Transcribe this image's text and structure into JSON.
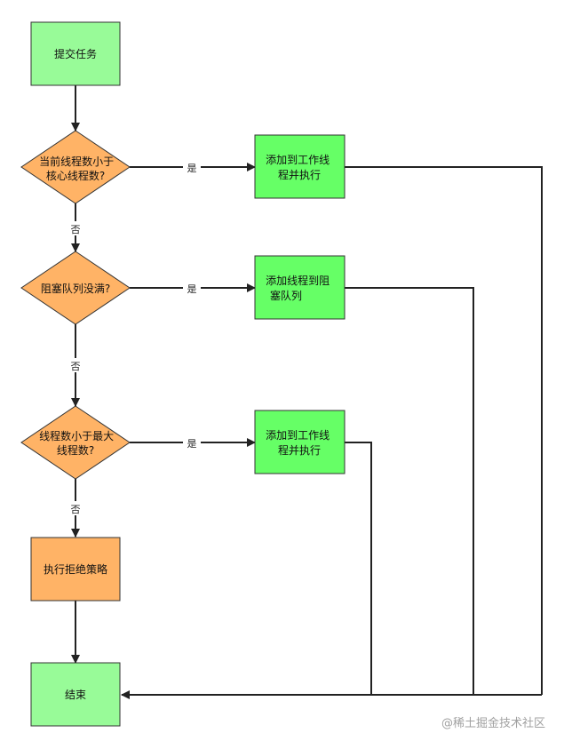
{
  "colors": {
    "start_fill": "#98fb98",
    "decision_fill": "#ffb366",
    "process_fill": "#66ff66",
    "stroke": "#333333",
    "edge": "#222222",
    "watermark": "#a0a0a0"
  },
  "nodes": {
    "submit": {
      "lines": [
        "提交任务"
      ]
    },
    "d1": {
      "lines": [
        "当前线程数小于",
        "核心线程数?"
      ]
    },
    "p1": {
      "lines": [
        "添加到工作线",
        "程并执行"
      ]
    },
    "d2": {
      "lines": [
        "阻塞队列没满?"
      ]
    },
    "p2": {
      "lines": [
        "添加线程到阻",
        "塞队列"
      ]
    },
    "d3": {
      "lines": [
        "线程数小于最大",
        "线程数?"
      ]
    },
    "p3": {
      "lines": [
        "添加到工作线",
        "程并执行"
      ]
    },
    "reject": {
      "lines": [
        "执行拒绝策略"
      ]
    },
    "end": {
      "lines": [
        "结束"
      ]
    }
  },
  "edges": {
    "yes": "是",
    "no": "否"
  },
  "watermark": "@稀土掘金技术社区"
}
